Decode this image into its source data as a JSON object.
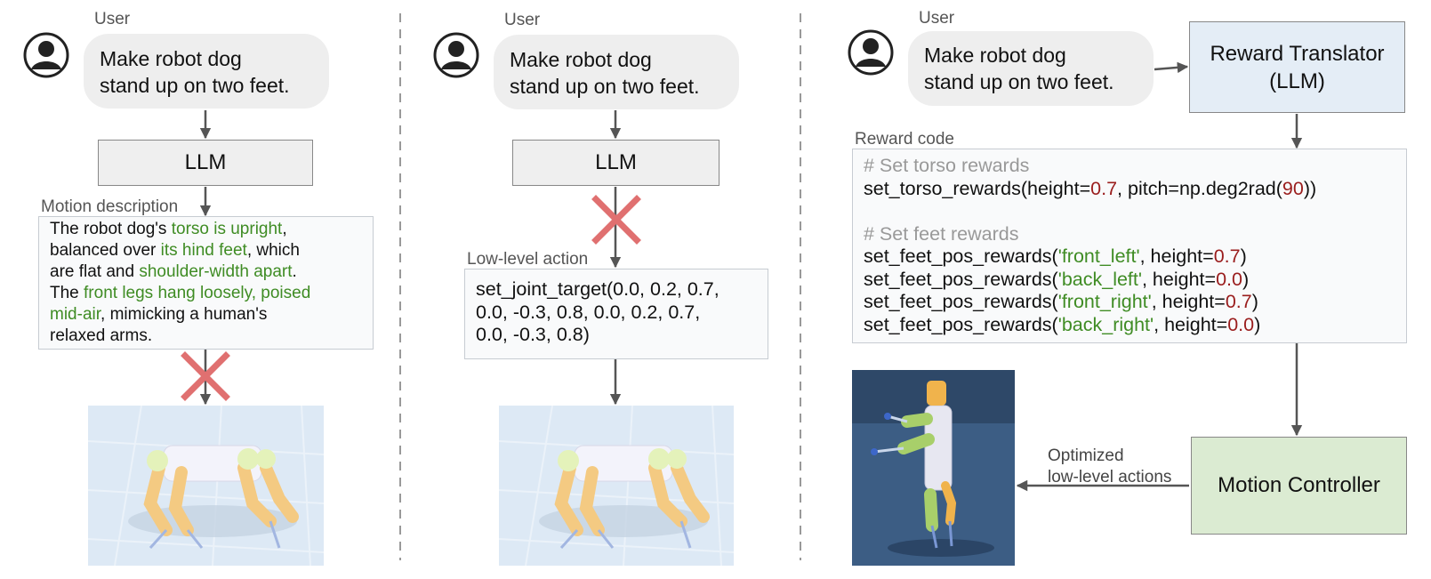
{
  "panel1": {
    "user_label": "User",
    "user_message": [
      "Make robot dog",
      "stand up on two feet."
    ],
    "llm_label": "LLM",
    "section_label": "Motion description",
    "description": [
      [
        {
          "t": "The robot dog's ",
          "c": "n"
        },
        {
          "t": "torso is upright",
          "c": "g"
        },
        {
          "t": ",",
          "c": "n"
        }
      ],
      [
        {
          "t": "balanced over ",
          "c": "n"
        },
        {
          "t": "its hind feet",
          "c": "g"
        },
        {
          "t": ", which",
          "c": "n"
        }
      ],
      [
        {
          "t": "are flat and ",
          "c": "n"
        },
        {
          "t": "shoulder-width apart",
          "c": "g"
        },
        {
          "t": ".",
          "c": "n"
        }
      ],
      [
        {
          "t": "The ",
          "c": "n"
        },
        {
          "t": "front legs hang loosely, poised",
          "c": "g"
        }
      ],
      [
        {
          "t": "mid-air",
          "c": "g"
        },
        {
          "t": ", mimicking a human's",
          "c": "n"
        }
      ],
      [
        {
          "t": "relaxed arms.",
          "c": "n"
        }
      ]
    ]
  },
  "panel2": {
    "user_label": "User",
    "user_message": [
      "Make robot dog",
      "stand up on two feet."
    ],
    "llm_label": "LLM",
    "section_label": "Low-level action",
    "action_lines": [
      "set_joint_target(0.0, 0.2, 0.7,",
      "0.0, -0.3, 0.8, 0.0, 0.2, 0.7,",
      "0.0, -0.3, 0.8)"
    ]
  },
  "panel3": {
    "user_label": "User",
    "user_message": [
      "Make robot dog",
      "stand up on two feet."
    ],
    "translator_label": [
      "Reward Translator",
      "(LLM)"
    ],
    "code_label": "Reward code",
    "code_lines": [
      [
        {
          "t": "# Set torso rewards",
          "c": "cm"
        }
      ],
      [
        {
          "t": "set_torso_rewards(height=",
          "c": "n"
        },
        {
          "t": "0.7",
          "c": "nm"
        },
        {
          "t": ", pitch=np.deg2rad(",
          "c": "n"
        },
        {
          "t": "90",
          "c": "nm"
        },
        {
          "t": "))",
          "c": "n"
        }
      ],
      [],
      [
        {
          "t": "# Set feet rewards",
          "c": "cm"
        }
      ],
      [
        {
          "t": "set_feet_pos_rewards(",
          "c": "n"
        },
        {
          "t": "'front_left'",
          "c": "st"
        },
        {
          "t": ", height=",
          "c": "n"
        },
        {
          "t": "0.7",
          "c": "nm"
        },
        {
          "t": ")",
          "c": "n"
        }
      ],
      [
        {
          "t": "set_feet_pos_rewards(",
          "c": "n"
        },
        {
          "t": "'back_left'",
          "c": "st"
        },
        {
          "t": ", height=",
          "c": "n"
        },
        {
          "t": "0.0",
          "c": "nm"
        },
        {
          "t": ")",
          "c": "n"
        }
      ],
      [
        {
          "t": "set_feet_pos_rewards(",
          "c": "n"
        },
        {
          "t": "'front_right'",
          "c": "st"
        },
        {
          "t": ", height=",
          "c": "n"
        },
        {
          "t": "0.7",
          "c": "nm"
        },
        {
          "t": ")",
          "c": "n"
        }
      ],
      [
        {
          "t": "set_feet_pos_rewards(",
          "c": "n"
        },
        {
          "t": "'back_right'",
          "c": "st"
        },
        {
          "t": ", height=",
          "c": "n"
        },
        {
          "t": "0.0",
          "c": "nm"
        },
        {
          "t": ")",
          "c": "n"
        }
      ]
    ],
    "optimized_label": [
      "Optimized",
      "low-level actions"
    ],
    "controller_label": "Motion Controller"
  },
  "colors": {
    "highlight_green": "#3f8c24",
    "number_red": "#9a1d1d",
    "comment_gray": "#999999",
    "cross_red": "#e07070",
    "translator_fill": "#e4edf6",
    "controller_fill": "#dbebd2",
    "scene_blue": "#cfe0f1"
  },
  "icons": [
    "user-avatar-icon",
    "red-cross-icon",
    "arrow-icon"
  ]
}
